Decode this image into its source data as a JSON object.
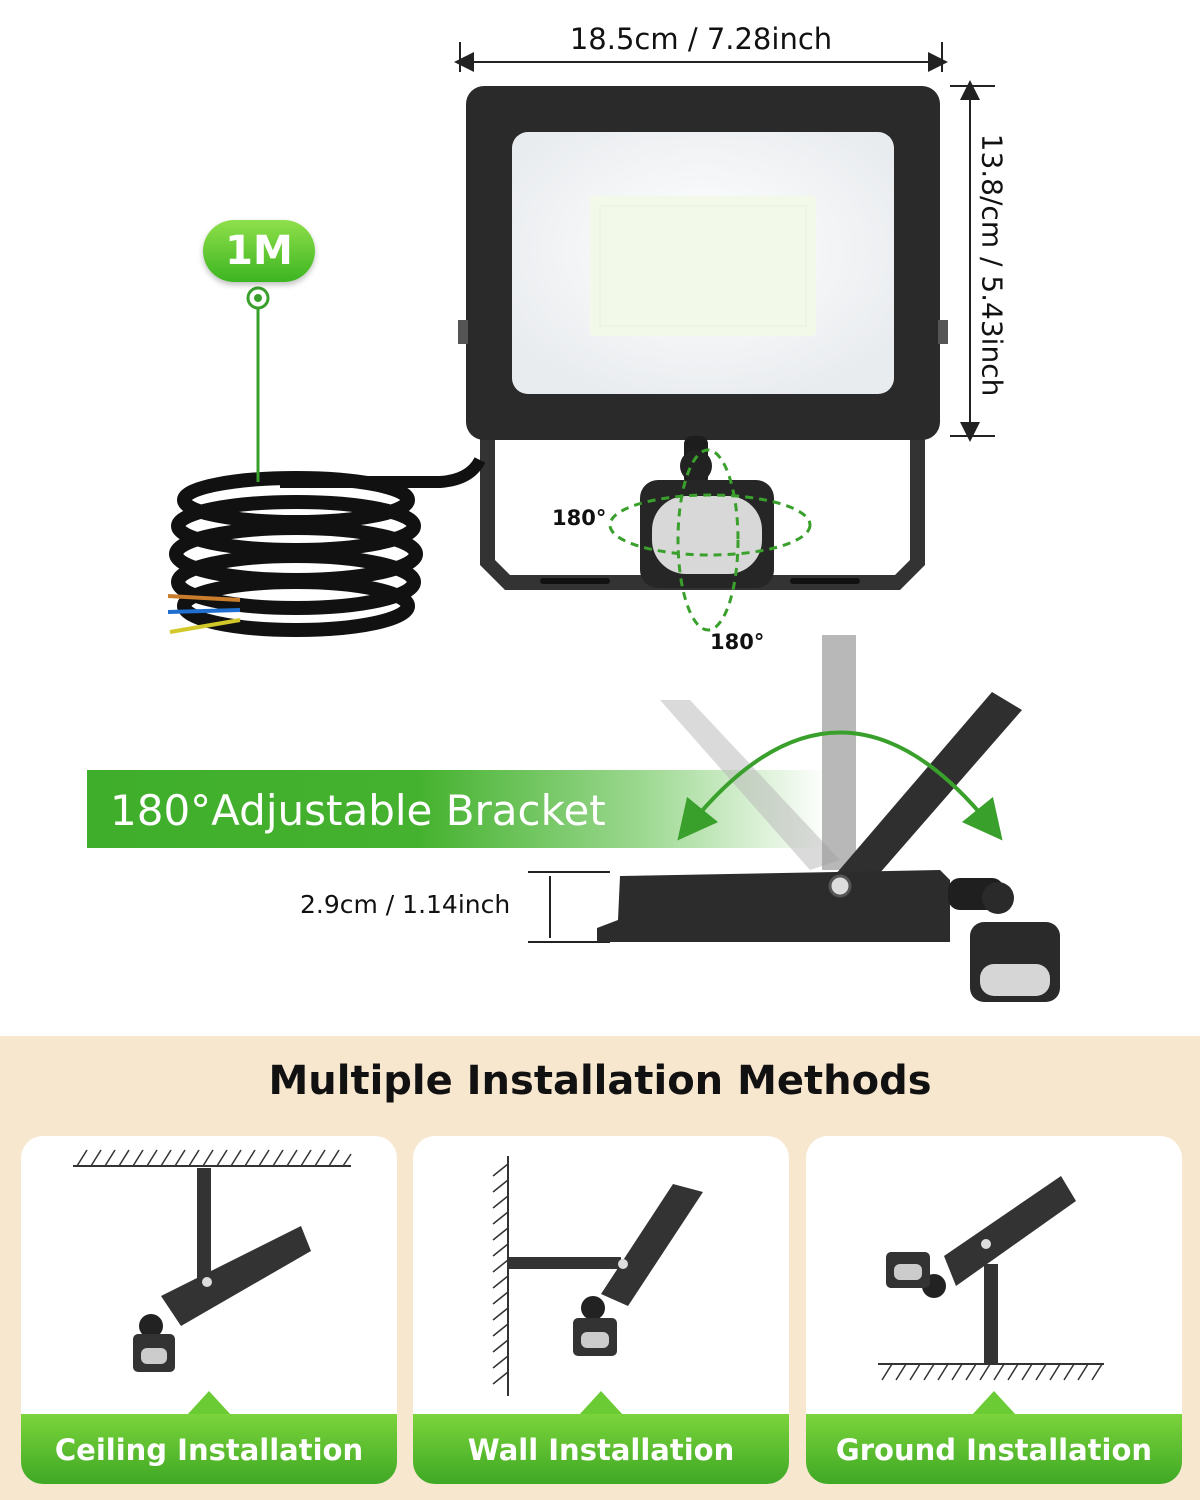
{
  "dimensions": {
    "width": "18.5cm / 7.28inch",
    "height": "13.8/cm / 5.43inch",
    "thickness": "2.9cm / 1.14inch"
  },
  "cable": {
    "length": "1M"
  },
  "sensor": {
    "horizontal_rotation": "180°",
    "vertical_rotation": "180°"
  },
  "bracket": {
    "label": "180°Adjustable Bracket"
  },
  "installation": {
    "title": "Multiple Installation Methods",
    "methods": [
      {
        "label": "Ceiling Installation"
      },
      {
        "label": "Wall Installation"
      },
      {
        "label": "Ground Installation"
      }
    ]
  },
  "colors": {
    "accent": "#45b22f",
    "section_bg": "#f8e7cf",
    "fixture": "#2b2b2b"
  }
}
